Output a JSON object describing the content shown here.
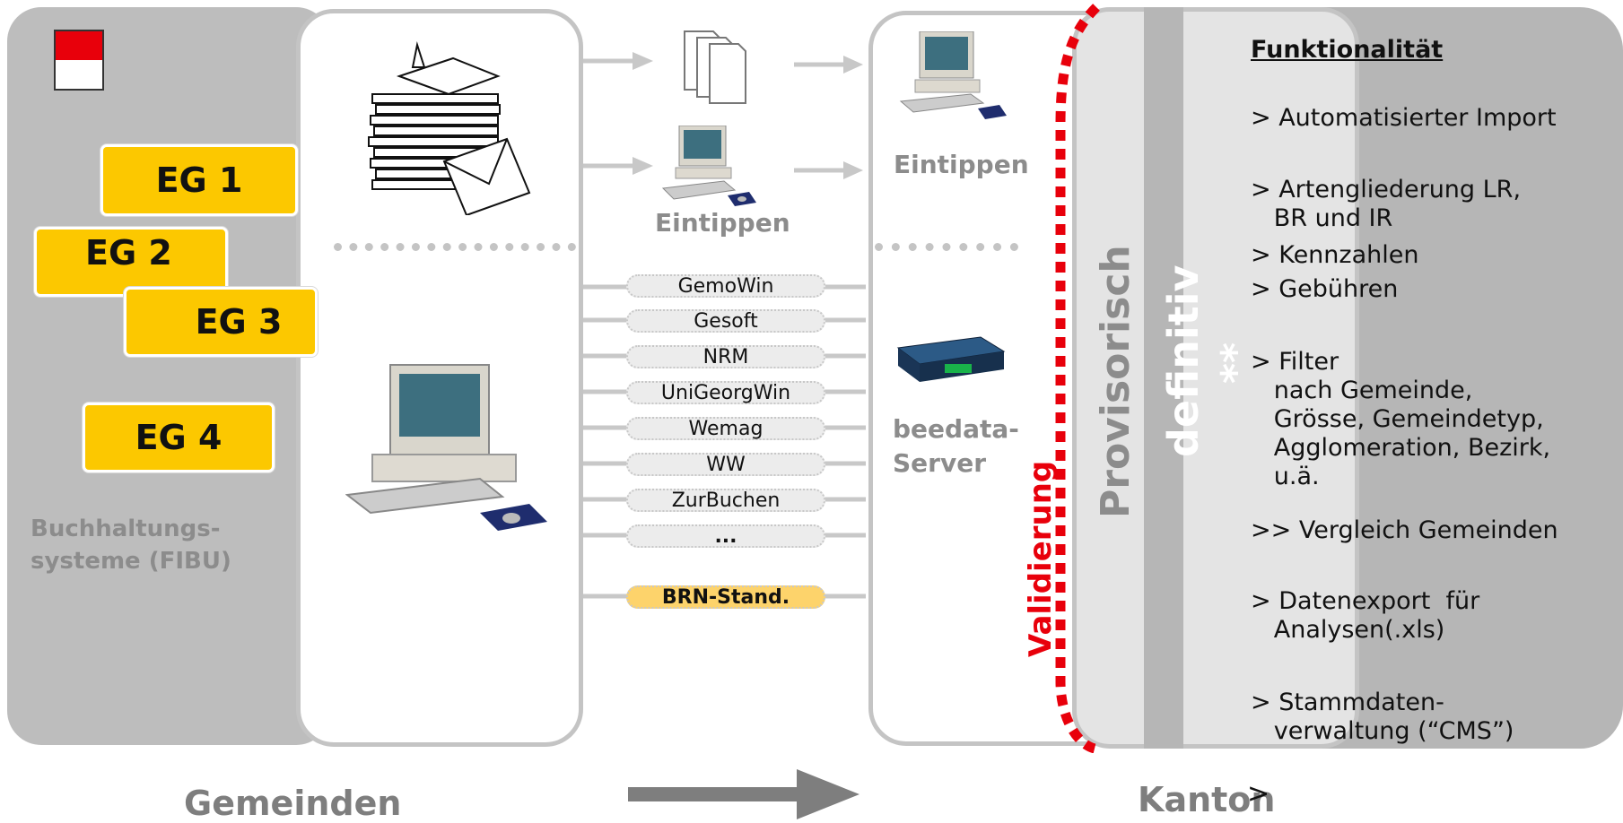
{
  "left": {
    "eg_boxes": [
      "EG 1",
      "EG 2",
      "EG 3",
      "EG 4"
    ],
    "caption": "Buchhaltungs-\nsysteme (FIBU)",
    "bottom_label": "Gemeinden"
  },
  "middle": {
    "eintippen_label": "Eintippen",
    "software_items": [
      "GemoWin",
      "Gesoft",
      "NRM",
      "UniGeorgWin",
      "Wemag",
      "WW",
      "ZurBuchen",
      "..."
    ],
    "standard_item": "BRN-Stand."
  },
  "right": {
    "eintippen_label": "Eintippen",
    "server_label": "beedata-\nServer",
    "validierung": "Validierung",
    "provisorisch": "Provisorisch",
    "definitiv": "definitiv",
    "stars": "**",
    "bottom_label": "Kanton"
  },
  "functions": {
    "heading": "Funktionalität",
    "items": [
      "> Automatisierter Import",
      "> Artengliederung LR,\n   BR und IR",
      "> Kennzahlen",
      "> Gebühren",
      "> Filter\n   nach Gemeinde,\n   Grösse, Gemeindetyp,\n   Agglomeration, Bezirk,\n   u.ä.",
      ">> Vergleich Gemeinden",
      "> Datenexport  für\n   Analysen(.xls)",
      "> Stammdaten-\n   verwaltung (“CMS”)"
    ],
    "trailing_mark": ">"
  },
  "colors": {
    "accent_yellow": "#fcc800",
    "validation_red": "#e8000b",
    "panel_gray": "#bdbdbd",
    "arrow_gray": "#c8c8c8"
  }
}
